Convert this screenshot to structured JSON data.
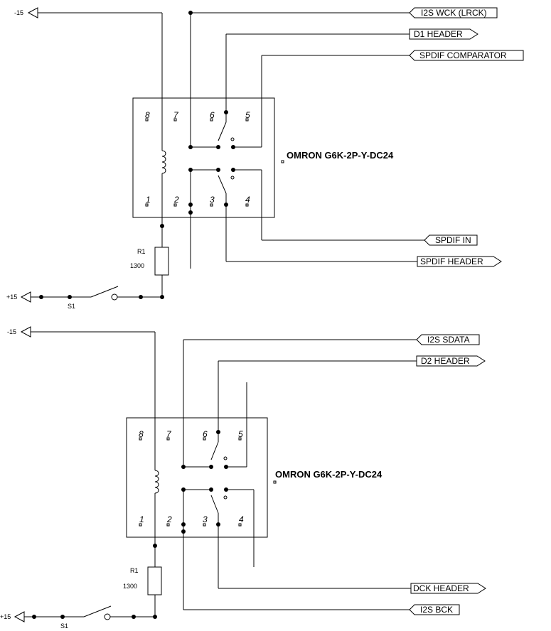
{
  "circuits": [
    {
      "supply_neg": "-15",
      "supply_pos": "+15",
      "switch_ref": "S1",
      "resistor_ref": "R1",
      "resistor_value": "1300",
      "relay_part": "OMRON G6K-2P-Y-DC24",
      "pins": [
        "8",
        "7",
        "6",
        "5",
        "1",
        "2",
        "3",
        "4"
      ],
      "nets": [
        "I2S WCK (LRCK)",
        "D1 HEADER",
        "SPDIF COMPARATOR",
        "SPDIF IN",
        "SPDIF HEADER"
      ]
    },
    {
      "supply_neg": "-15",
      "supply_pos": "+15",
      "switch_ref": "S1",
      "resistor_ref": "R1",
      "resistor_value": "1300",
      "relay_part": "OMRON G6K-2P-Y-DC24",
      "pins": [
        "8",
        "7",
        "6",
        "5",
        "1",
        "2",
        "3",
        "4"
      ],
      "nets": [
        "I2S SDATA",
        "D2 HEADER",
        "DCK HEADER",
        "I2S BCK"
      ]
    }
  ]
}
